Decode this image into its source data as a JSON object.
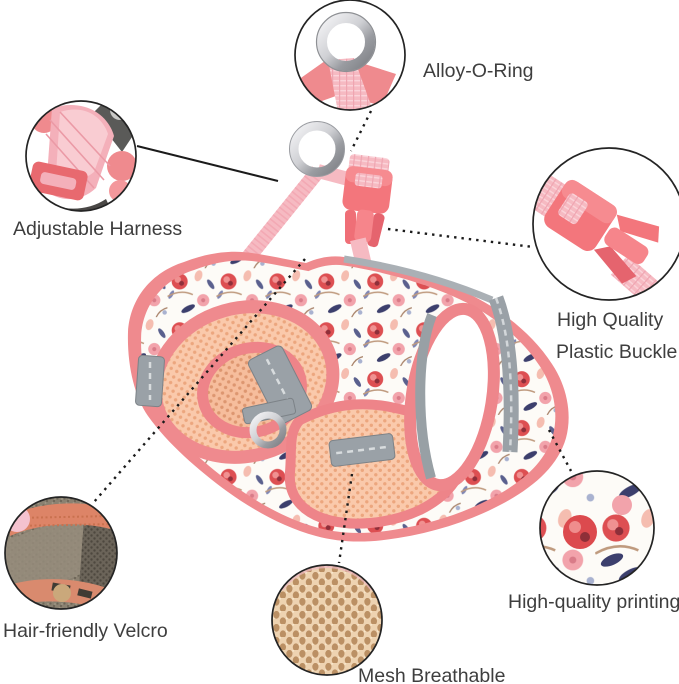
{
  "image_type": "product-feature-infographic",
  "product": {
    "subject": "floral step-in dog harness"
  },
  "callouts": [
    {
      "id": "alloy-o-ring",
      "label": "Alloy-O-Ring",
      "feature": "metal-d-ring-closeup"
    },
    {
      "id": "adjustable-harness",
      "label": "Adjustable Harness",
      "feature": "strap-adjuster-closeup"
    },
    {
      "id": "high-quality-plastic-buckle",
      "label_line1": "High Quality",
      "label_line2": "Plastic Buckle",
      "feature": "side-release-buckle-closeup"
    },
    {
      "id": "hair-friendly-velcro",
      "label": "Hair-friendly Velcro",
      "feature": "velcro-fastener-closeup"
    },
    {
      "id": "high-quality-printing",
      "label": "High-quality printing",
      "feature": "floral-print-closeup"
    },
    {
      "id": "mesh-breathable",
      "label": "Mesh Breathable",
      "feature": "mesh-fabric-closeup"
    }
  ],
  "colors": {
    "coral": "#ef8a8e",
    "coral_deep": "#f3767c",
    "pink_webbing": "#f6bac2",
    "peach_mesh": "#fac9ab",
    "floral_red": "#dd4f52",
    "floral_navy": "#3c3f6d",
    "reflective_gray": "#9aa1a7",
    "metal_silver": "#cfd0d4",
    "velcro_taupe": "#8a8171",
    "mesh_tan": "#eed3b1",
    "label_text": "#3e3e3e",
    "callout_line": "#1b1b1b",
    "background": "#ffffff"
  }
}
